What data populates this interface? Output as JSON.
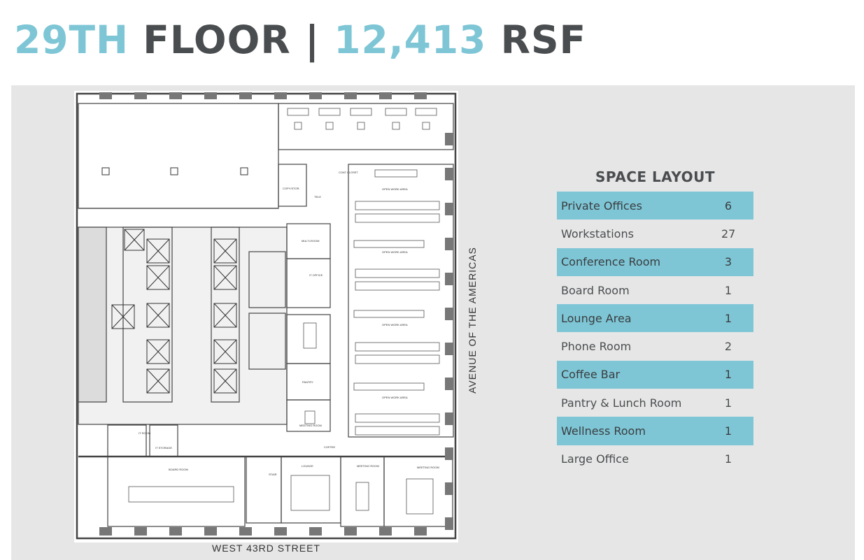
{
  "header": {
    "floor_number": "29TH",
    "floor_word": "FLOOR",
    "separator": "|",
    "area_number": "12,413",
    "area_unit": "RSF"
  },
  "plan": {
    "street_bottom": "WEST 43RD STREET",
    "street_right": "AVENUE OF THE AMERICAS",
    "rooms": {
      "open_work_area": "OPEN WORK AREA",
      "multi_room": "MULTI-ROOM",
      "it_office": "IT OFFICE",
      "pantry": "PANTRY",
      "meeting_room": "MEETING ROOM",
      "board_room": "BOARD ROOM",
      "lounge": "LOUNGE",
      "coffee": "COFFEE",
      "stair": "STAIR",
      "coat_closet": "COAT CLOSET",
      "copy_store": "COPY/STOR.",
      "it_storage": "IT STORAGE",
      "it_room": "IT ROOM",
      "tele": "TELE"
    }
  },
  "space_layout": {
    "heading": "SPACE LAYOUT",
    "rows": [
      {
        "label": "Private Offices",
        "value": "6"
      },
      {
        "label": "Workstations",
        "value": "27"
      },
      {
        "label": "Conference Room",
        "value": "3"
      },
      {
        "label": "Board Room",
        "value": "1"
      },
      {
        "label": "Lounge Area",
        "value": "1"
      },
      {
        "label": "Phone Room",
        "value": "2"
      },
      {
        "label": "Coffee Bar",
        "value": "1"
      },
      {
        "label": "Pantry & Lunch Room",
        "value": "1"
      },
      {
        "label": "Wellness Room",
        "value": "1"
      },
      {
        "label": "Large Office",
        "value": "1"
      }
    ]
  },
  "colors": {
    "accent_blue": "#7ec6d6",
    "dark_grey": "#4a4d4f",
    "panel_grey": "#e6e6e6"
  }
}
